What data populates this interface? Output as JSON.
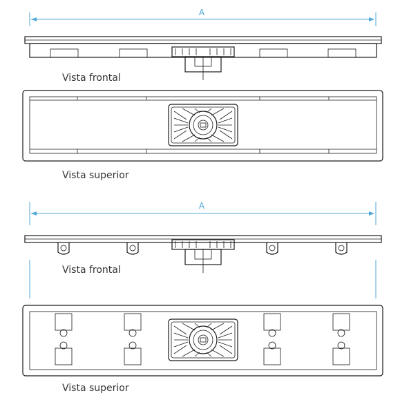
{
  "diagrams": [
    {
      "dimension_label": "A",
      "front_caption": "Vista frontal",
      "top_caption": "Vista superior"
    },
    {
      "dimension_label": "A",
      "front_caption": "Vista frontal",
      "top_caption": "Vista superior"
    }
  ],
  "colors": {
    "dimension": "#4fa8d8",
    "stroke": "#1a1a1a",
    "caption": "#333333"
  }
}
